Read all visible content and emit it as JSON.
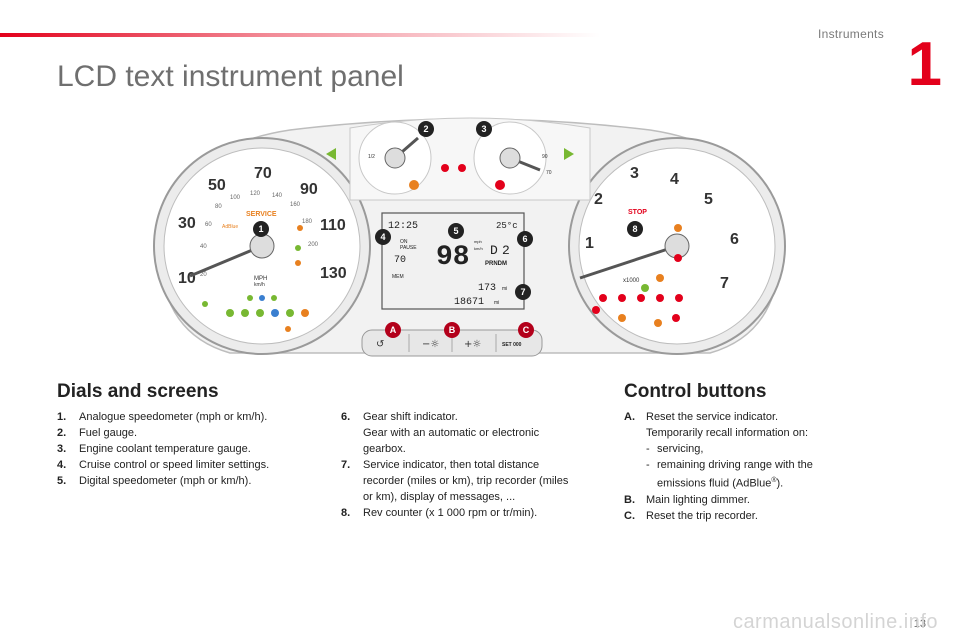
{
  "header": {
    "section": "Instruments",
    "chapter": "1"
  },
  "title": "LCD text instrument panel",
  "figure": {
    "speedo_mph": [
      "10",
      "30",
      "50",
      "70",
      "90",
      "110",
      "130"
    ],
    "speedo_kmh": [
      "20",
      "40",
      "60",
      "80",
      "100",
      "120",
      "140",
      "160",
      "180",
      "200"
    ],
    "speedo_unit_main": "MPH",
    "speedo_unit_sub": "km/h",
    "service": "SERVICE",
    "adblue": "AdBlue",
    "fuel_half": "1/2",
    "coolant_low": "70",
    "coolant_high": "90",
    "tacho_nums": [
      "1",
      "2",
      "3",
      "4",
      "5",
      "6",
      "7"
    ],
    "tacho_mult": "x1000",
    "stop": "STOP",
    "lcd_time": "12:25",
    "lcd_temp": "25°c",
    "lcd_speed": "98",
    "lcd_cruise_on": "ON",
    "lcd_cruise_pause": "PAUSE",
    "lcd_cruise_speed": "70",
    "lcd_unit_mph": "mph",
    "lcd_unit_kmh": "km/h",
    "lcd_gear": "D",
    "lcd_gear_sel": "2",
    "lcd_prnd": "PRNDM",
    "lcd_mem": "MEM",
    "lcd_trip": "173",
    "lcd_total": "18671",
    "lcd_mi": "mi",
    "btn_set": "SET 000",
    "callouts": [
      "1",
      "2",
      "3",
      "4",
      "5",
      "6",
      "7",
      "8",
      "A",
      "B",
      "C"
    ]
  },
  "dials": {
    "heading": "Dials and screens",
    "items": [
      {
        "n": "1.",
        "t": "Analogue speedometer (mph or km/h)."
      },
      {
        "n": "2.",
        "t": "Fuel gauge."
      },
      {
        "n": "3.",
        "t": "Engine coolant temperature gauge."
      },
      {
        "n": "4.",
        "t": "Cruise control or speed limiter settings."
      },
      {
        "n": "5.",
        "t": "Digital speedometer (mph or km/h)."
      },
      {
        "n": "6.",
        "t": "Gear shift indicator."
      },
      {
        "n": "",
        "t": "Gear with an automatic or electronic gearbox."
      },
      {
        "n": "7.",
        "t": "Service indicator, then total distance recorder (miles or km), trip recorder (miles or km), display of messages, ..."
      },
      {
        "n": "8.",
        "t": "Rev counter (x 1 000 rpm or tr/min)."
      }
    ]
  },
  "controls": {
    "heading": "Control buttons",
    "a_n": "A.",
    "a_t": "Reset the service indicator.",
    "a_t2": "Temporarily recall information on:",
    "a_sub1": "servicing,",
    "a_sub2": "remaining driving range with the emissions fluid (AdBlue",
    "a_reg": "®",
    "a_end": ").",
    "b_n": "B.",
    "b_t": "Main lighting dimmer.",
    "c_n": "C.",
    "c_t": "Reset the trip recorder."
  },
  "footer": {
    "page": "13",
    "watermark": "carmanualsonline.info"
  }
}
